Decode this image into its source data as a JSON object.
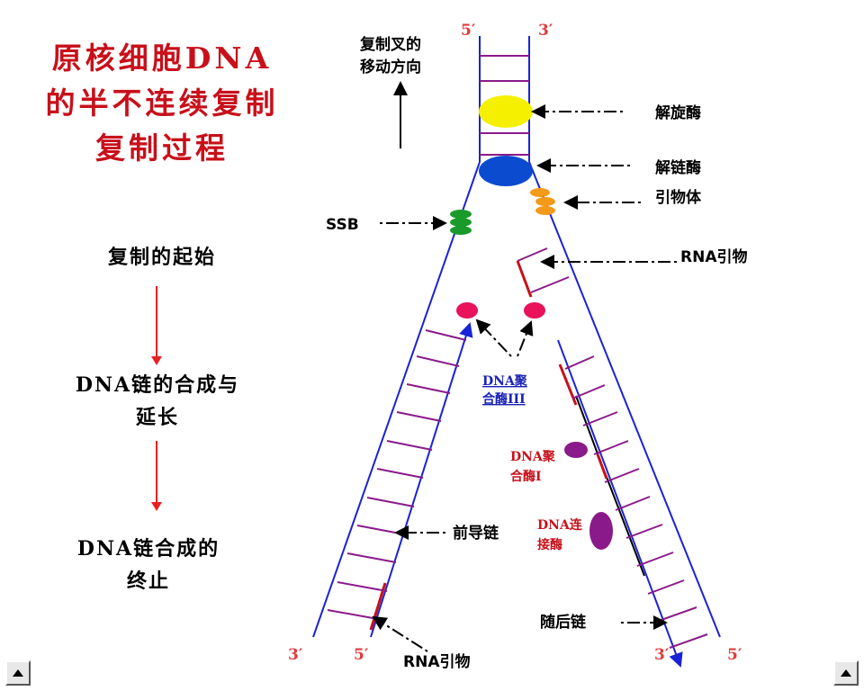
{
  "title": "原核细胞DNA的半不连续复制复制过程",
  "steps": {
    "step1": "复制的起始",
    "step2": "DNA链的合成与延长",
    "step3": "DNA链合成的终止"
  },
  "labels": {
    "fork_direction": [
      "复制叉的",
      "移动方向"
    ],
    "helicase": "解旋酶",
    "topoisomerase": "解链酶",
    "primosome": "引物体",
    "ssb": "SSB",
    "rna_primer_top": "RNA引物",
    "rna_primer_bottom": "RNA引物",
    "pol3": [
      "DNA聚",
      "合酶III"
    ],
    "pol1": [
      "DNA聚",
      "合酶I"
    ],
    "ligase": [
      "DNA连",
      "接酶"
    ],
    "leading": "前导链",
    "lagging": "随后链"
  },
  "strand_ends": {
    "top_left": "5′",
    "top_right": "3′",
    "bottom_outer_left": "3′",
    "bottom_inner_left": "5′",
    "bottom_inner_right": "3′",
    "bottom_outer_right": "5′"
  },
  "colors": {
    "strand": "#1a22d8",
    "rung": "#8a1a8a",
    "primer": "#c8101a",
    "helicase": "#f5f000",
    "topoisomerase": "#0a4bd0",
    "primosome": "#f39a1a",
    "ssb": "#1a9a2a",
    "pol3": "#e8135a",
    "pol1": "#8a1a8a",
    "ligase": "#8a1a8a"
  },
  "nav": {
    "prev": "previous-slide",
    "next": "next-slide"
  }
}
